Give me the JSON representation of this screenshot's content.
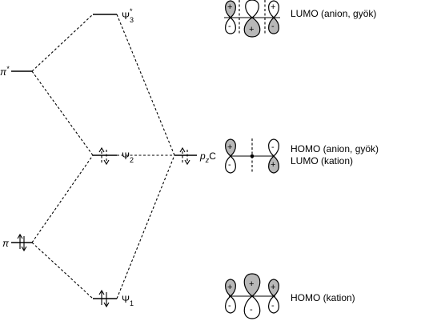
{
  "levels": {
    "pi_star": {
      "symbol": "π",
      "sup": "*"
    },
    "pi": {
      "symbol": "π"
    },
    "psi3": {
      "symbol": "Ψ",
      "sub": "3",
      "sup": "*"
    },
    "psi2": {
      "symbol": "Ψ",
      "sub": "2"
    },
    "psi1": {
      "symbol": "Ψ",
      "sub": "1"
    },
    "pzC": {
      "prefix": "p",
      "sub": "z",
      "suffix": "C"
    }
  },
  "descriptions": {
    "psi3": "LUMO (anion, gyök)",
    "psi2_line1": "HOMO (anion, gyök)",
    "psi2_line2": "LUMO (kation)",
    "psi1": "HOMO (kation)"
  },
  "lobe_signs": {
    "plus": "+",
    "minus": "-"
  },
  "colors": {
    "line": "#000000",
    "shaded_lobe": "#b8b8b8",
    "white_lobe": "#ffffff"
  }
}
